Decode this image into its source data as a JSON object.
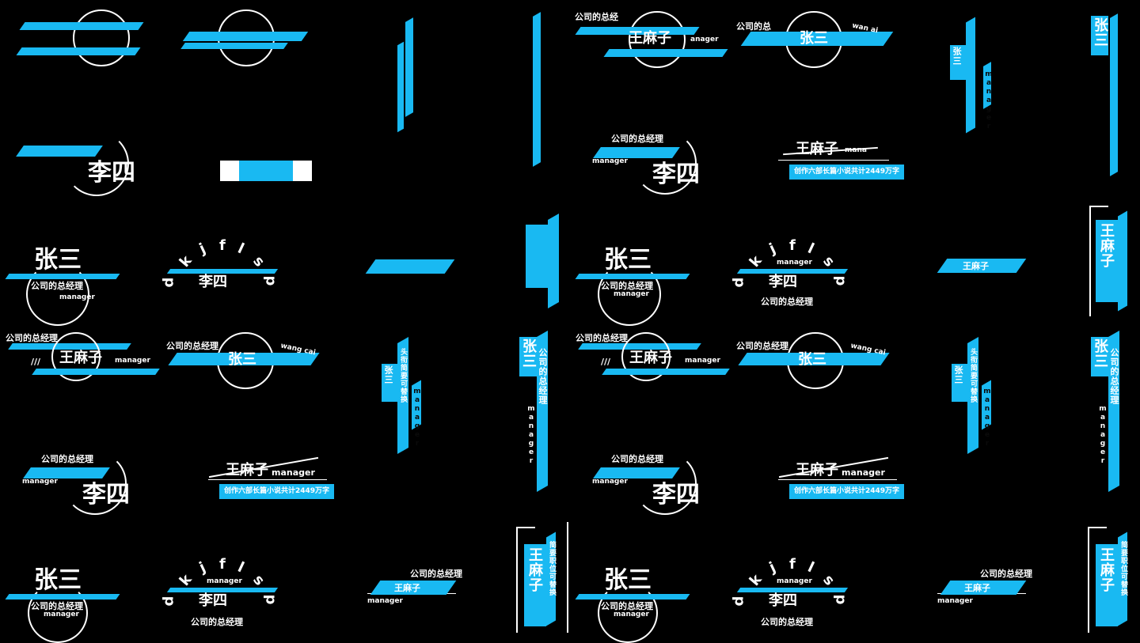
{
  "theme": {
    "accent": "#19b9f2",
    "background": "#000000",
    "text": "#ffffff"
  },
  "names": {
    "zhang": "张三",
    "li": "李四",
    "wang": "王麻子"
  },
  "titles": {
    "general_manager": "公司的总经理",
    "general_manager_partial": "公司的总经",
    "general_manager_partial2": "公司的总",
    "manager": "manager",
    "manager_partial": "anager",
    "manager_partial2": "mana",
    "wangcai": "wang cai",
    "wangcai_partial": "wan  ai",
    "wangcai_tight": "wang cai",
    "arc_letters": [
      "d",
      "k",
      "j",
      "f",
      "l",
      "s",
      "p"
    ],
    "vertical_manager": "manager",
    "vertical_label1": "头衔简要可替换",
    "vertical_label2": "简要职位可替换",
    "vertical_wang_tag": "简要职位可替换",
    "bio": "创作六部长篇小说共计2449万字",
    "slash": "///"
  }
}
